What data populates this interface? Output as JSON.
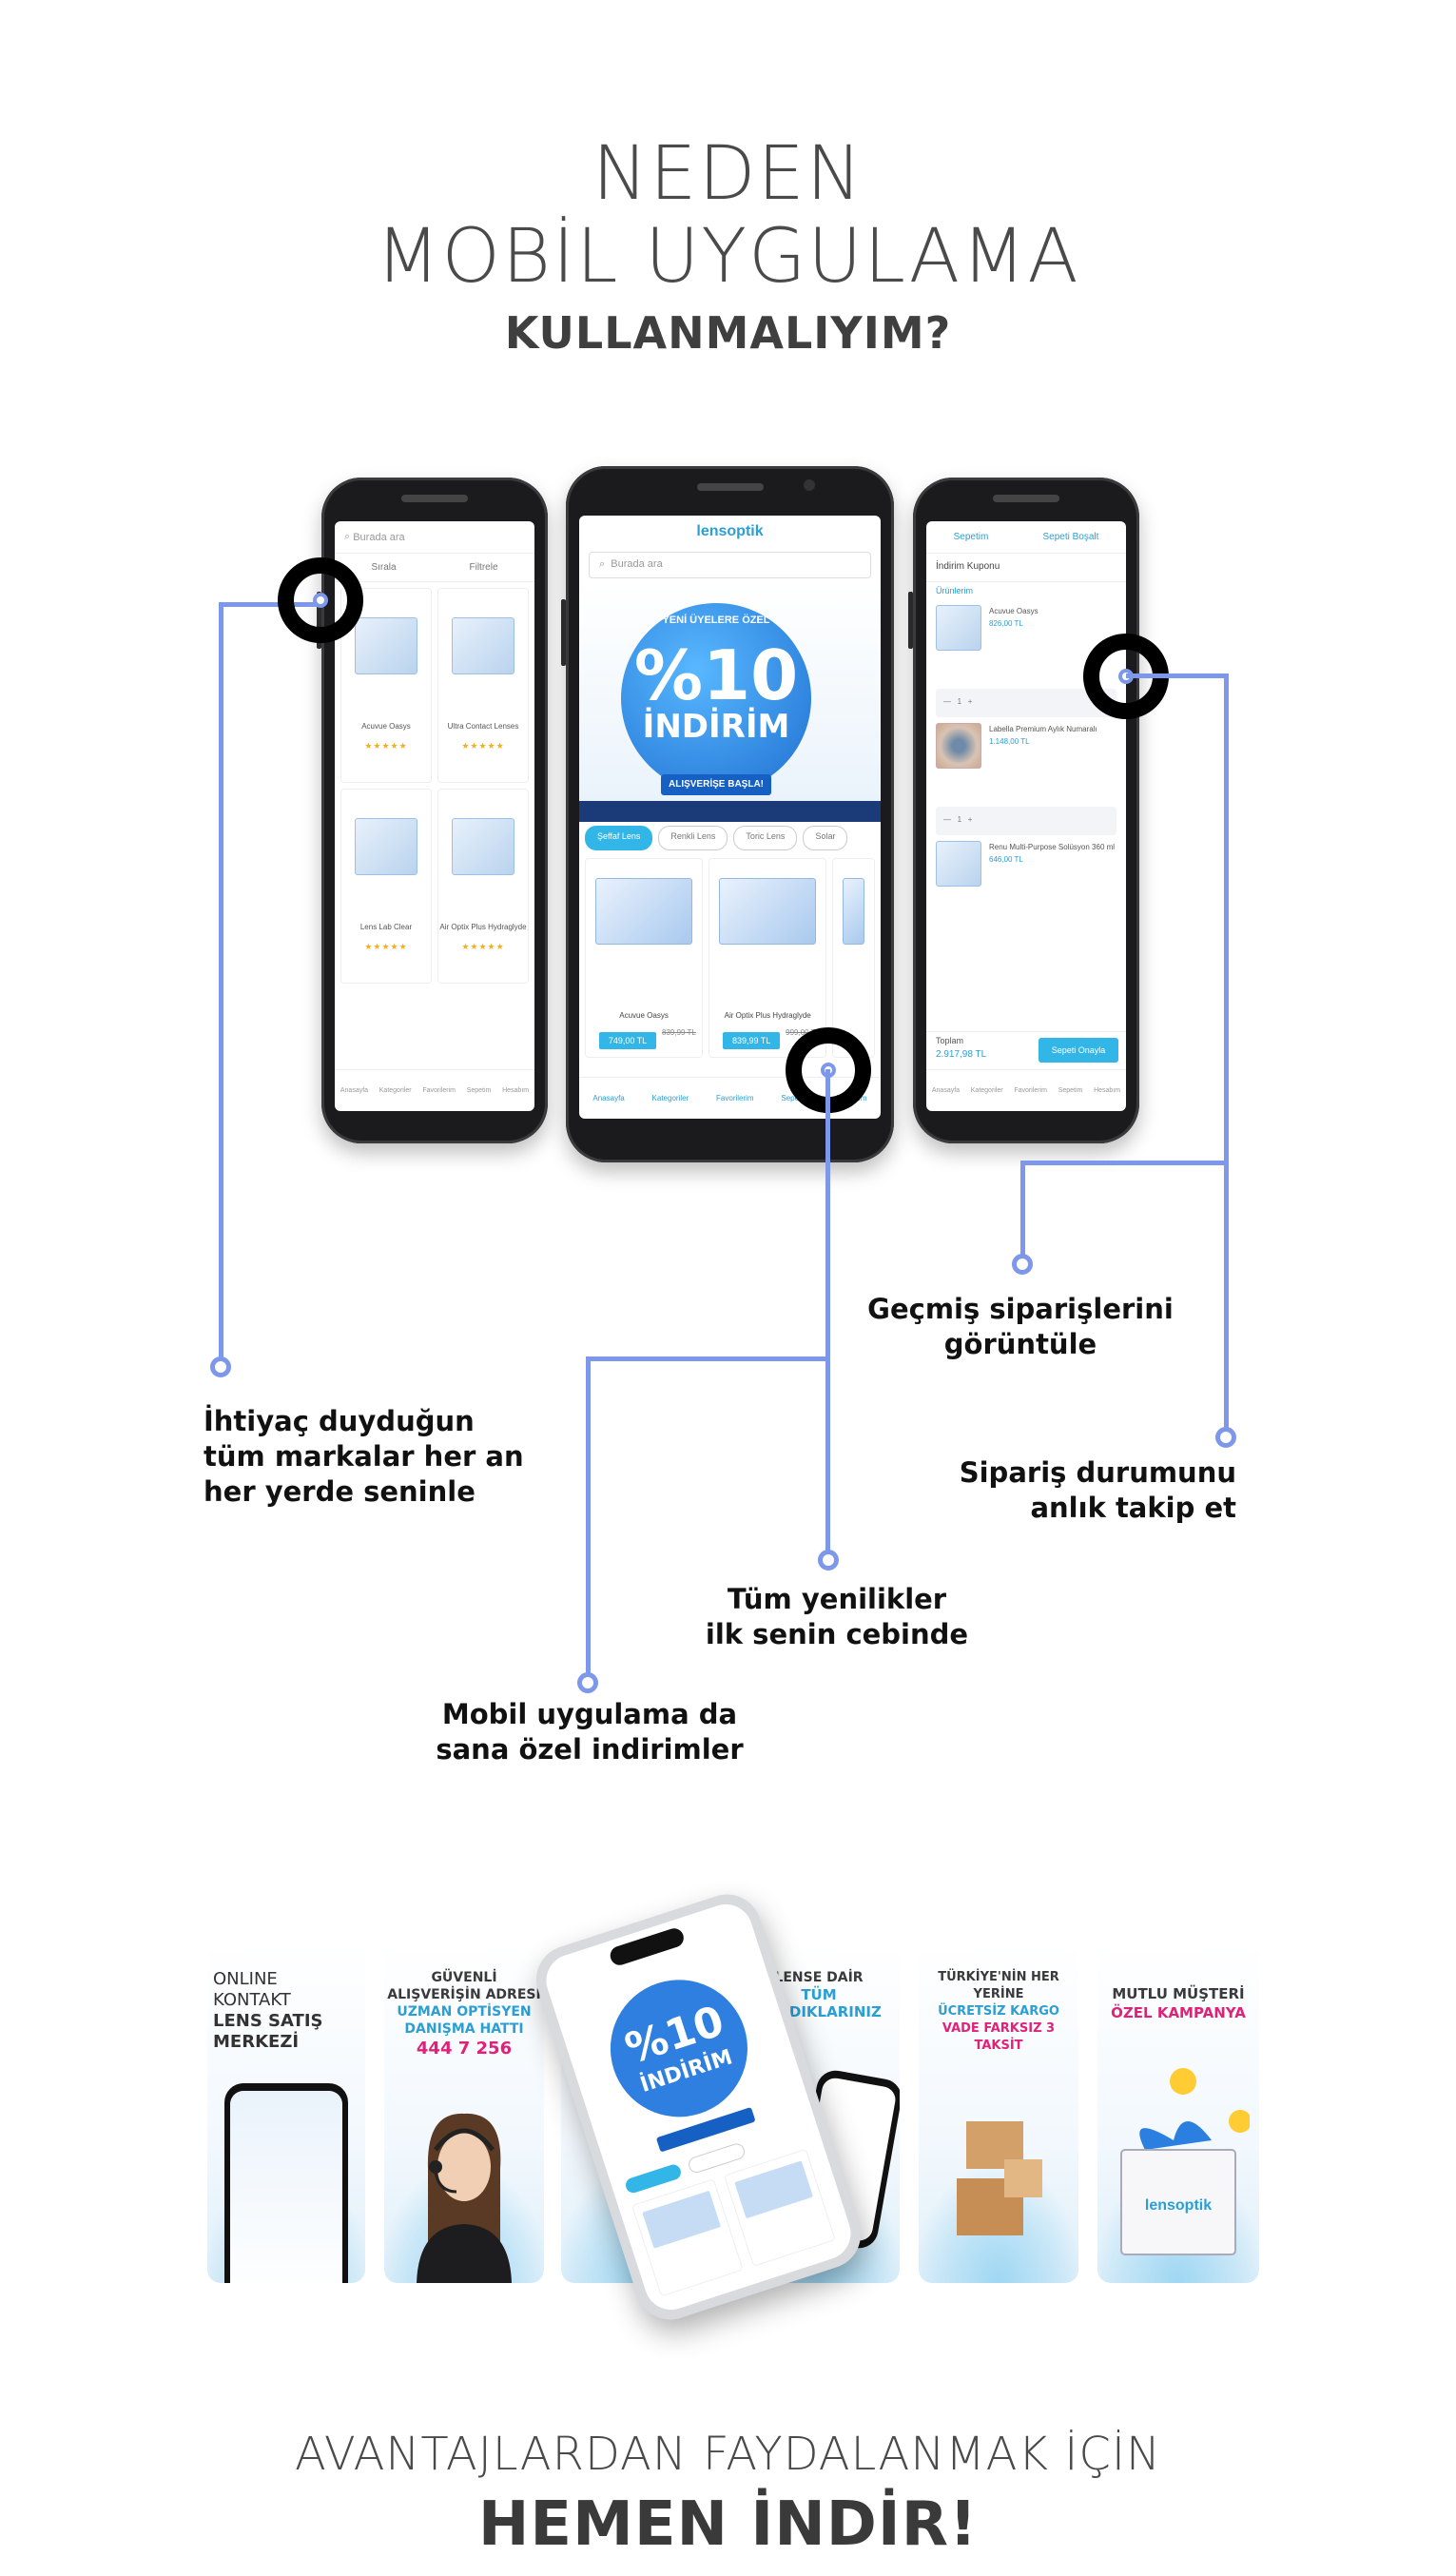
{
  "heading": {
    "line1": "NEDEN",
    "line2": "MOBİL UYGULAMA",
    "line3": "KULLANMALIYIM?"
  },
  "left_phone": {
    "search_placeholder": "Burada ara",
    "filter_sort": "Sırala",
    "filter_filter": "Filtrele",
    "products": [
      {
        "name": "Acuvue Oasys",
        "rating": "★★★★★"
      },
      {
        "name": "Ultra Contact Lenses",
        "rating": "★★★★★"
      },
      {
        "name": "Lens Lab Clear",
        "rating": "★★★★★"
      },
      {
        "name": "Air Optix Plus Hydraglyde",
        "rating": "★★★★★"
      }
    ],
    "nav": [
      "Anasayfa",
      "Kategoriler",
      "Favorilerim",
      "Sepetim",
      "Hesabım"
    ]
  },
  "middle_phone": {
    "brand": "lensoptik",
    "search_placeholder": "Burada ara",
    "banner_top": "YENİ ÜYELERE ÖZEL",
    "banner_pct": "%10",
    "banner_word": "İNDİRİM",
    "banner_cta": "ALIŞVERİŞE BAŞLA!",
    "chips": [
      "Şeffaf Lens",
      "Renkli Lens",
      "Toric Lens",
      "Solar"
    ],
    "products": [
      {
        "name": "Acuvue Oasys",
        "old": "839,99 TL",
        "price": "749,00 TL"
      },
      {
        "name": "Air Optix Plus Hydraglyde",
        "old": "999,00 TL",
        "price": "839,99 TL"
      }
    ],
    "nav": [
      "Anasayfa",
      "Kategoriler",
      "Favorilerim",
      "Sepetim",
      "Hesabım"
    ]
  },
  "right_phone": {
    "tab1": "Sepetim",
    "tab2": "Sepeti Boşalt",
    "coupon": "İndirim Kuponu",
    "section": "Ürünlerim",
    "items": [
      {
        "name": "Acuvue Oasys",
        "price": "826,00 TL"
      },
      {
        "name": "Labella Premium Aylık Numaralı",
        "price": "1.148,00 TL"
      },
      {
        "name": "Renu Multi-Purpose Solüsyon 360 ml",
        "price": "646,00 TL"
      }
    ],
    "total_label": "Toplam",
    "total_value": "2.917,98 TL",
    "checkout": "Sepeti Onayla"
  },
  "callouts": {
    "brands": [
      "İhtiyaç duyduğun",
      "tüm markalar her an",
      "her yerde seninle"
    ],
    "discounts": [
      "Mobil uygulama da",
      "sana özel indirimler"
    ],
    "news": [
      "Tüm yenilikler",
      "ilk senin cebinde"
    ],
    "history": [
      "Geçmiş siparişlerini",
      "görüntüle"
    ],
    "tracking": [
      "Sipariş durumunu",
      "anlık takip et"
    ]
  },
  "tiles": {
    "t1": [
      "ONLINE",
      "KONTAKT",
      "LENS SATIŞ",
      "MERKEZİ"
    ],
    "t2_a": [
      "GÜVENLİ",
      "ALIŞVERİŞİN ADRESİ"
    ],
    "t2_b": [
      "UZMAN OPTİSYEN",
      "DANIŞMA HATTI"
    ],
    "t2_phone": "444 7 256",
    "t4_a": "LENSE DAİR",
    "t4_b": "TÜM ARADIKLARINIZ",
    "t5_a": [
      "TÜRKİYE'NİN HER YERİNE"
    ],
    "t5_b": "ÜCRETSİZ KARGO",
    "t5_c": "VADE FARKSIZ 3 TAKSİT",
    "t6_a": [
      "MUTLU MÜŞTERİ"
    ],
    "t6_b": "ÖZEL KAMPANYA",
    "t6_brand": "lensoptik"
  },
  "footer": {
    "line1": "AVANTAJLARDAN FAYDALANMAK İÇİN",
    "line2": "HEMEN İNDİR!"
  },
  "colors": {
    "accent_line": "#7d97ea",
    "brand_blue": "#2a9fd6",
    "pink": "#e0217a"
  }
}
